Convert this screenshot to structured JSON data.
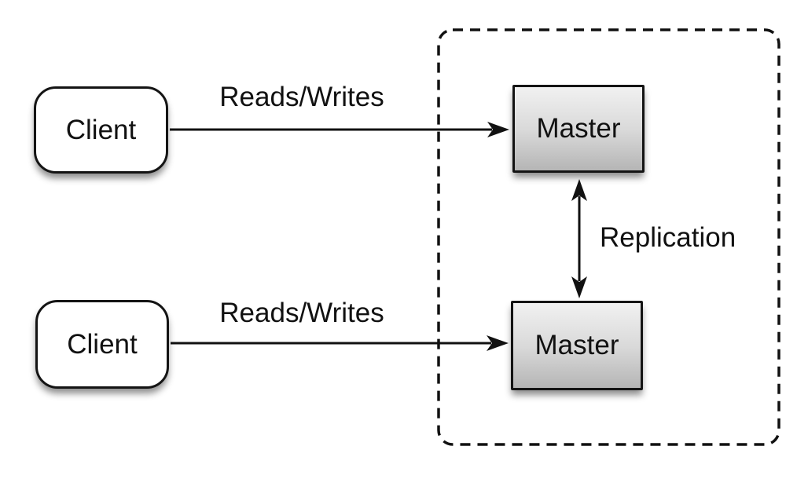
{
  "diagram": {
    "clients": [
      {
        "label": "Client"
      },
      {
        "label": "Client"
      }
    ],
    "masters": [
      {
        "label": "Master"
      },
      {
        "label": "Master"
      }
    ],
    "edges": [
      {
        "id": "reads-writes-top",
        "label": "Reads/Writes",
        "from": "client-top",
        "to": "master-top",
        "direction": "right"
      },
      {
        "id": "reads-writes-bottom",
        "label": "Reads/Writes",
        "from": "client-bottom",
        "to": "master-bottom",
        "direction": "right"
      },
      {
        "id": "replication",
        "label": "Replication",
        "from": "master-top",
        "to": "master-bottom",
        "direction": "both"
      }
    ],
    "boundary": {
      "style": "dashed",
      "contains": "masters"
    },
    "colors": {
      "background": "#ffffff",
      "stroke": "#111111",
      "node_border": "#141414",
      "client_fill": "#ffffff",
      "master_gradient_top": "#f1f1f1",
      "master_gradient_bottom": "#b5b5b5"
    }
  }
}
